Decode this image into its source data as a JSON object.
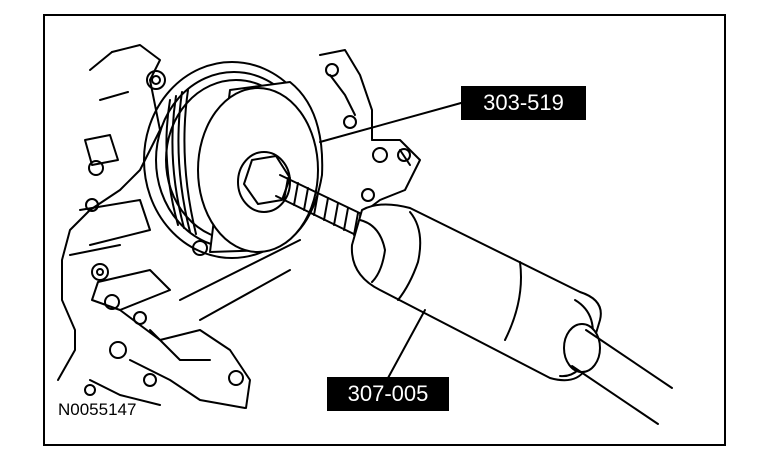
{
  "figure": {
    "callouts": [
      {
        "label": "303-519"
      },
      {
        "label": "307-005"
      }
    ],
    "figure_id": "N0055147"
  },
  "colors": {
    "ink": "#000000",
    "paper": "#ffffff"
  }
}
